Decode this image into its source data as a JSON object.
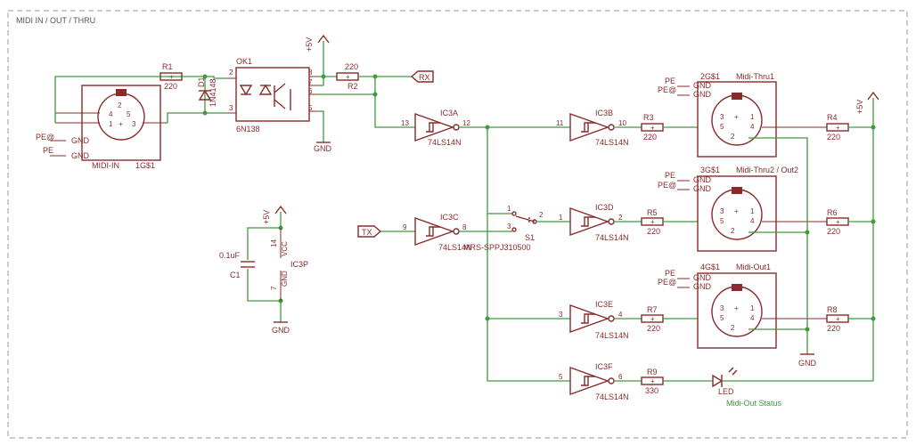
{
  "title": "MIDI IN / OUT / THRU",
  "power": {
    "vcc": "+5V",
    "gnd": "GND"
  },
  "midi_in": {
    "ref": "1G$1",
    "label": "MIDI-IN",
    "pins": [
      "2",
      "4",
      "5",
      "1",
      "3"
    ],
    "pe": "PE",
    "pe_at": "PE@",
    "gnd": "GND"
  },
  "r1": {
    "ref": "R1",
    "value": "220"
  },
  "d1": {
    "ref": "D1",
    "value": "1N4148"
  },
  "ok1": {
    "ref": "OK1",
    "part": "6N138",
    "pins": [
      "2",
      "3",
      "8",
      "7",
      "6",
      "5"
    ]
  },
  "r2": {
    "ref": "R2",
    "value": "220"
  },
  "rx": "RX",
  "tx": "TX",
  "ic3a": {
    "ref": "IC3A",
    "part": "74LS14N",
    "in": "13",
    "out": "12"
  },
  "ic3b": {
    "ref": "IC3B",
    "part": "74LS14N",
    "in": "11",
    "out": "10"
  },
  "ic3c": {
    "ref": "IC3C",
    "part": "74LS14N",
    "in": "9",
    "out": "8"
  },
  "ic3d": {
    "ref": "IC3D",
    "part": "74LS14N",
    "in": "1",
    "out": "2"
  },
  "ic3e": {
    "ref": "IC3E",
    "part": "74LS14N",
    "in": "3",
    "out": "4"
  },
  "ic3f": {
    "ref": "IC3F",
    "part": "74LS14N",
    "in": "5",
    "out": "6"
  },
  "ic3p": {
    "ref": "IC3P",
    "vcc_pin": "14",
    "vcc": "VCC",
    "gnd_pin": "7",
    "gnd": "GND"
  },
  "c1": {
    "ref": "C1",
    "value": "0.1uF"
  },
  "s1": {
    "ref": "S1",
    "part": "MRS-SPPJ310500",
    "pins": [
      "1",
      "2",
      "3"
    ]
  },
  "r3": {
    "ref": "R3",
    "value": "220"
  },
  "r4": {
    "ref": "R4",
    "value": "220"
  },
  "r5": {
    "ref": "R5",
    "value": "220"
  },
  "r6": {
    "ref": "R6",
    "value": "220"
  },
  "r7": {
    "ref": "R7",
    "value": "220"
  },
  "r8": {
    "ref": "R8",
    "value": "220"
  },
  "r9": {
    "ref": "R9",
    "value": "330"
  },
  "led": {
    "ref": "LED",
    "label": "Midi-Out Status"
  },
  "jacks": [
    {
      "ref": "2G$1",
      "label": "Midi-Thru1"
    },
    {
      "ref": "3G$1",
      "label": "Midi-Thru2 / Out2"
    },
    {
      "ref": "4G$1",
      "label": "Midi-Out1"
    }
  ],
  "jack_pins": [
    "3",
    "1",
    "5",
    "4",
    "2"
  ],
  "jack_pe": "PE",
  "jack_pe_at": "PE@",
  "jack_gnd": "GND",
  "pin_plus": "+"
}
